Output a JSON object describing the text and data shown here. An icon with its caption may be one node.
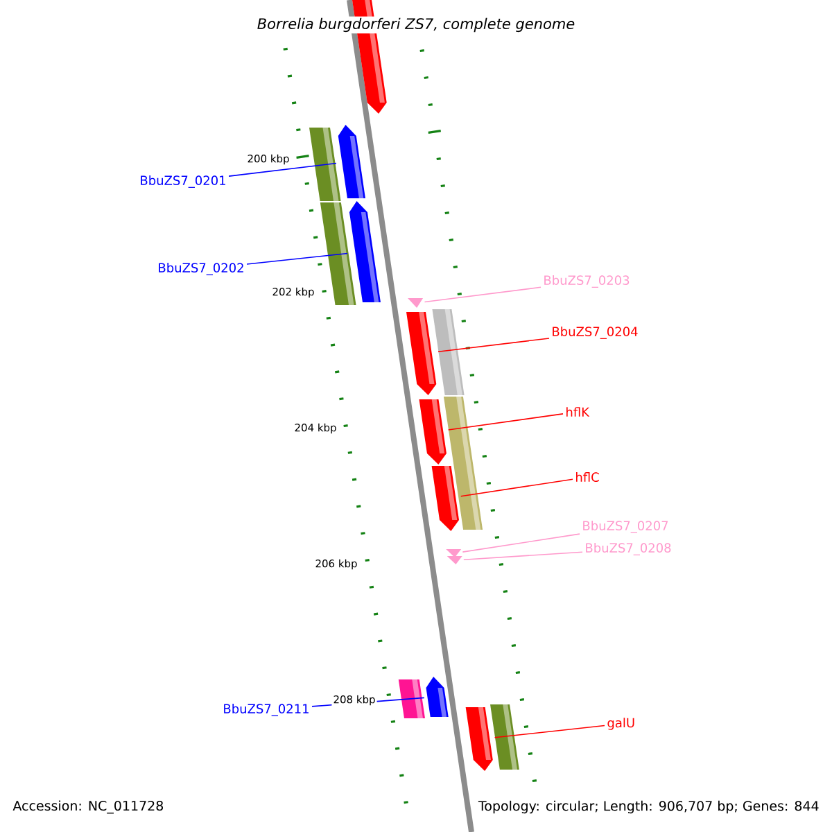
{
  "diagram": {
    "title": "Borrelia burgdorferi ZS7, complete genome",
    "nodes": [
      {
        "text": [],
        "shape": "pentagon"
      },
      {
        "text": [
          "BbuZS7_0201"
        ]
      },
      {
        "text": [],
        "shape": "box"
      },
      {
        "text": [],
        "shape": "pentagon"
      },
      {
        "text": [
          "BbuZS7_0202"
        ]
      },
      {
        "text": [],
        "shape": "box"
      },
      {
        "text": [],
        "shape": "pentagon"
      },
      {
        "text": [
          "BbuZS7_0203"
        ]
      },
      {
        "text": [],
        "shape": "triangle"
      },
      {
        "text": [
          "BbuZS7_0204"
        ]
      },
      {
        "text": [],
        "shape": "pentagon"
      },
      {
        "text": [],
        "shape": "box"
      },
      {
        "text": [
          "hflK"
        ]
      },
      {
        "text": [],
        "shape": "pentagon"
      },
      {
        "text": [],
        "shape": "box"
      },
      {
        "text": [
          "hflC"
        ]
      },
      {
        "text": [],
        "shape": "pentagon"
      },
      {
        "text": [],
        "shape": "box"
      },
      {
        "text": [
          "BbuZS7_0207"
        ]
      },
      {
        "text": [],
        "shape": "triangle"
      },
      {
        "text": [
          "BbuZS7_0208"
        ]
      },
      {
        "text": [],
        "shape": "triangle"
      },
      {
        "text": [
          "BbuZS7_0211"
        ]
      },
      {
        "text": [],
        "shape": "box"
      },
      {
        "text": [],
        "shape": "pentagon"
      },
      {
        "text": [
          "galU"
        ]
      },
      {
        "text": [],
        "shape": "pentagon"
      },
      {
        "text": [],
        "shape": "box"
      }
    ],
    "edges": [
      {
        "from": 1,
        "to": 3,
        "arrow": "none",
        "color": "#0000ff"
      },
      {
        "from": 4,
        "to": 6,
        "arrow": "none",
        "color": "#0000ff"
      },
      {
        "from": 7,
        "to": 8,
        "arrow": "none",
        "color": "#ff99cc"
      },
      {
        "from": 9,
        "to": 10,
        "arrow": "none",
        "color": "#ff0000"
      },
      {
        "from": 12,
        "to": 13,
        "arrow": "none",
        "color": "#ff0000"
      },
      {
        "from": 15,
        "to": 16,
        "arrow": "none",
        "color": "#ff0000"
      },
      {
        "from": 18,
        "to": 19,
        "arrow": "none",
        "color": "#ff99cc"
      },
      {
        "from": 20,
        "to": 21,
        "arrow": "none",
        "color": "#ff99cc"
      },
      {
        "from": 22,
        "to": 24,
        "arrow": "none",
        "color": "#0000ff"
      },
      {
        "from": 25,
        "to": 26,
        "arrow": "none",
        "color": "#ff0000"
      }
    ],
    "labels": [
      "200 kbp",
      "202 kbp",
      "204 kbp",
      "206 kbp",
      "208 kbp",
      "Accession: NC_011728",
      "Topology: circular; Length: 906,707 bp; Genes: 844"
    ]
  }
}
